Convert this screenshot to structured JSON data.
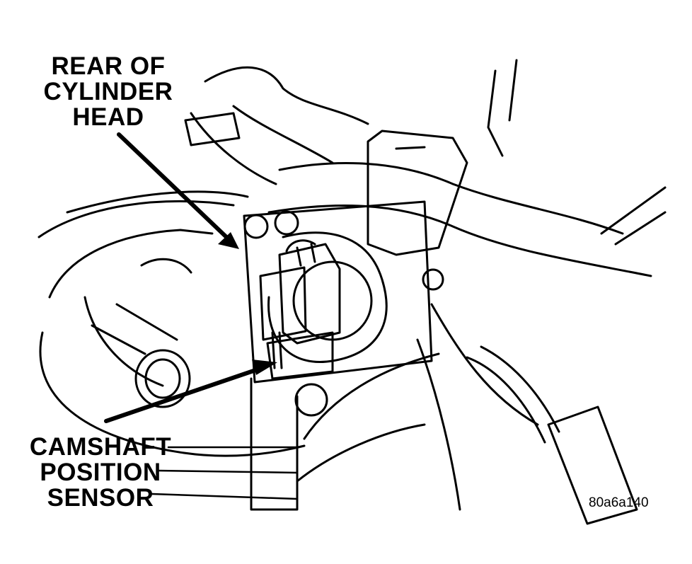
{
  "labels": {
    "rear_of_cylinder_head": [
      "REAR OF",
      "CYLINDER",
      "HEAD"
    ],
    "camshaft_position_sensor": [
      "CAMSHAFT",
      "POSITION",
      "SENSOR"
    ]
  },
  "figure_id": "80a6a140",
  "colors": {
    "line": "#000000",
    "background": "#ffffff"
  }
}
